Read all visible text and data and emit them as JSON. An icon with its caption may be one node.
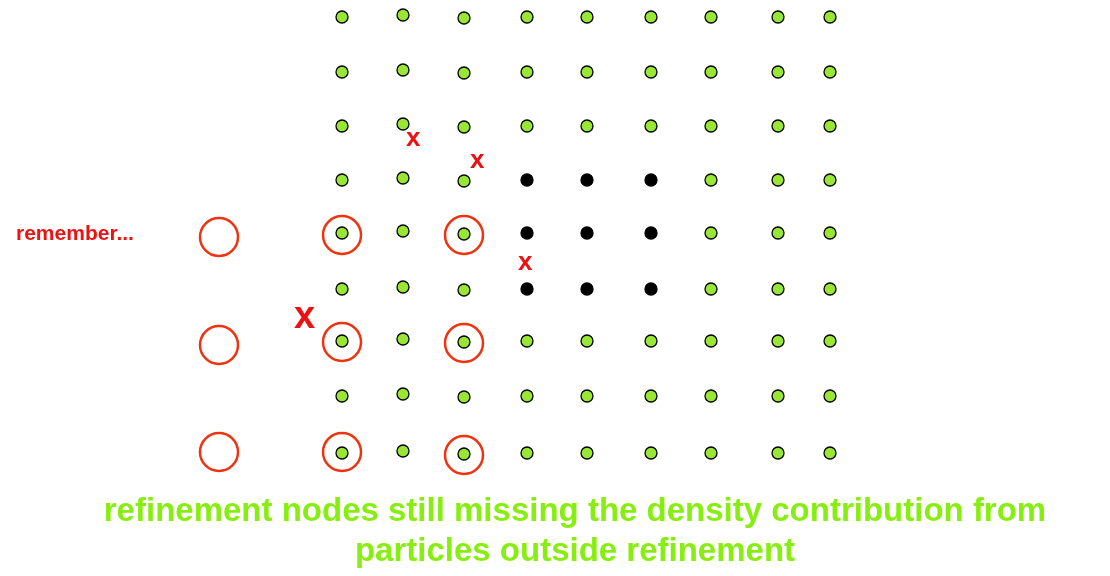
{
  "diagram": {
    "caption": "refinement nodes still missing the density contribution from particles outside refinement",
    "labels": [
      "x",
      "x",
      "remember...",
      "x",
      "x"
    ]
  }
}
